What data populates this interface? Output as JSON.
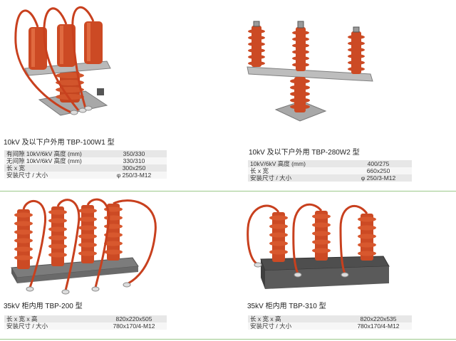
{
  "products": [
    {
      "caption": "10kV 及以下户外用 TBP-100W1 型",
      "specs": [
        {
          "label": "有间隙 10kV/6kV 高度 (mm)",
          "value": "350/330"
        },
        {
          "label": "无间隙 10kV/6kV 高度 (mm)",
          "value": "330/310"
        },
        {
          "label": "长 x 宽",
          "value": "300x250"
        },
        {
          "label": "安装尺寸 / 大小",
          "value": "φ 250/3-M12"
        }
      ]
    },
    {
      "caption": "10kV 及以下户外用 TBP-280W2 型",
      "specs": [
        {
          "label": "10kV/6kV 高度 (mm)",
          "value": "400/275"
        },
        {
          "label": "长 x 宽",
          "value": "660x250"
        },
        {
          "label": "安装尺寸 / 大小",
          "value": "φ 250/3-M12"
        }
      ]
    },
    {
      "caption": "35kV 柜内用 TBP-200 型",
      "specs": [
        {
          "label": "长 x 宽 x 高",
          "value": "820x220x505"
        },
        {
          "label": "安装尺寸 / 大小",
          "value": "780x170/4-M12"
        }
      ]
    },
    {
      "caption": "35kV 柜内用 TBP-310 型",
      "specs": [
        {
          "label": "长 x 宽 x 高",
          "value": "820x220x535"
        },
        {
          "label": "安装尺寸 / 大小",
          "value": "780x170/4-M12"
        }
      ]
    }
  ],
  "colors": {
    "insulator": "#cc4a24",
    "insulator_dark": "#9e3212",
    "metal": "#b9b9b9",
    "divider": "#9cc98a",
    "row_odd": "#e7e7e7",
    "row_even": "#f6f6f6"
  }
}
